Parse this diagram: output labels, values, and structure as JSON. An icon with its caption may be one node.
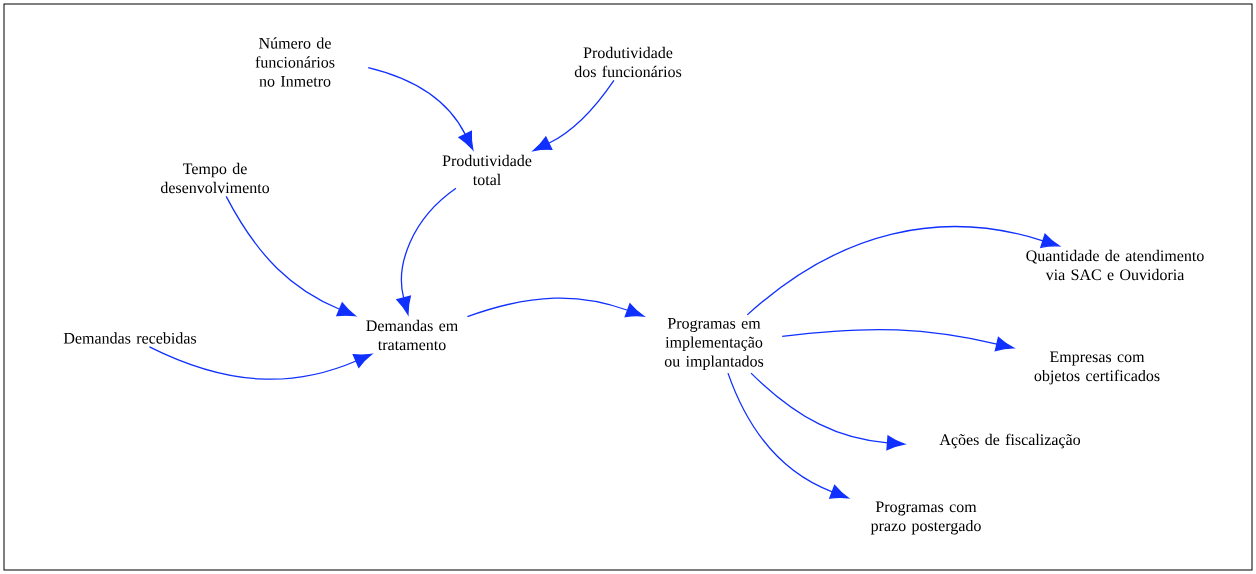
{
  "diagram": {
    "nodes": [
      {
        "text": [
          "Número de funcionários no Inmetro"
        ]
      },
      {
        "text": [
          "Produtividade dos funcionários"
        ]
      },
      {
        "text": [
          "Produtividade total"
        ]
      },
      {
        "text": [
          "Tempo de desenvolvimento"
        ]
      },
      {
        "text": [
          "Demandas recebidas"
        ]
      },
      {
        "text": [
          "Demandas em tratamento"
        ]
      },
      {
        "text": [
          "Programas em implementação ou implantados"
        ]
      },
      {
        "text": [
          "Quantidade de atendimento via SAC e Ouvidoria"
        ]
      },
      {
        "text": [
          "Empresas com objetos certificados"
        ]
      },
      {
        "text": [
          "Ações de fiscalização"
        ]
      },
      {
        "text": [
          "Programas com prazo postergado"
        ]
      }
    ],
    "edges": [
      {
        "from": 0,
        "to": 2,
        "arrow": "to"
      },
      {
        "from": 1,
        "to": 2,
        "arrow": "to"
      },
      {
        "from": 2,
        "to": 5,
        "arrow": "to"
      },
      {
        "from": 3,
        "to": 5,
        "arrow": "to"
      },
      {
        "from": 4,
        "to": 5,
        "arrow": "to"
      },
      {
        "from": 5,
        "to": 6,
        "arrow": "to"
      },
      {
        "from": 6,
        "to": 7,
        "arrow": "to"
      },
      {
        "from": 6,
        "to": 8,
        "arrow": "to"
      },
      {
        "from": 6,
        "to": 9,
        "arrow": "to"
      },
      {
        "from": 6,
        "to": 10,
        "arrow": "to"
      }
    ]
  }
}
